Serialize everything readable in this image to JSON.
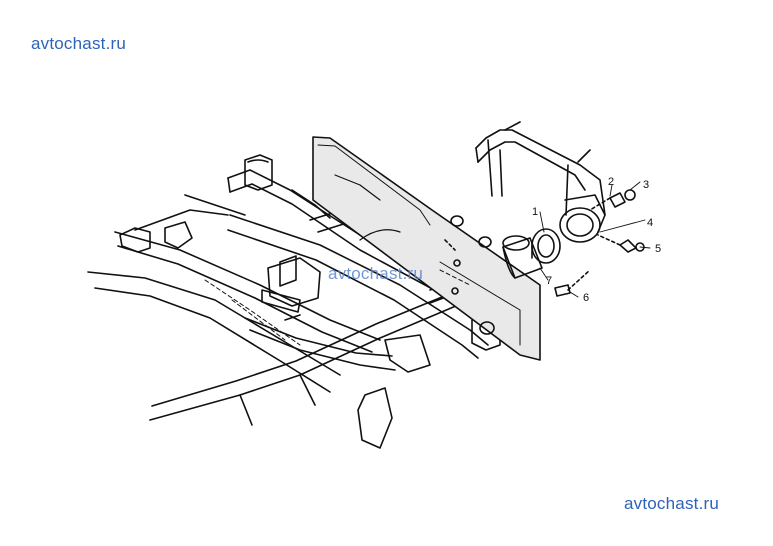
{
  "watermarks": {
    "top_left": "avtochast.ru",
    "center": "avtochast.ru",
    "bottom_right": "avtochast.ru"
  },
  "callouts": [
    "1",
    "2",
    "3",
    "4",
    "5",
    "6",
    "7"
  ],
  "colors": {
    "line": "#111111",
    "watermark": "#2d63b8",
    "background": "#ffffff"
  }
}
